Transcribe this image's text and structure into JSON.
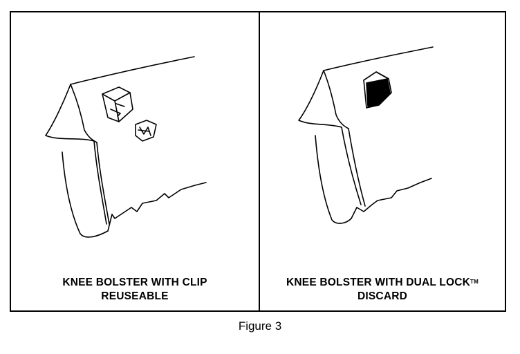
{
  "figure": {
    "label": "Figure 3"
  },
  "panels": [
    {
      "caption_line1": "KNEE BOLSTER WITH CLIP",
      "caption_line2": "REUSEABLE"
    },
    {
      "caption_line1": "KNEE BOLSTER WITH DUAL LOCK",
      "caption_mark": "TM",
      "caption_line2": "DISCARD"
    }
  ]
}
